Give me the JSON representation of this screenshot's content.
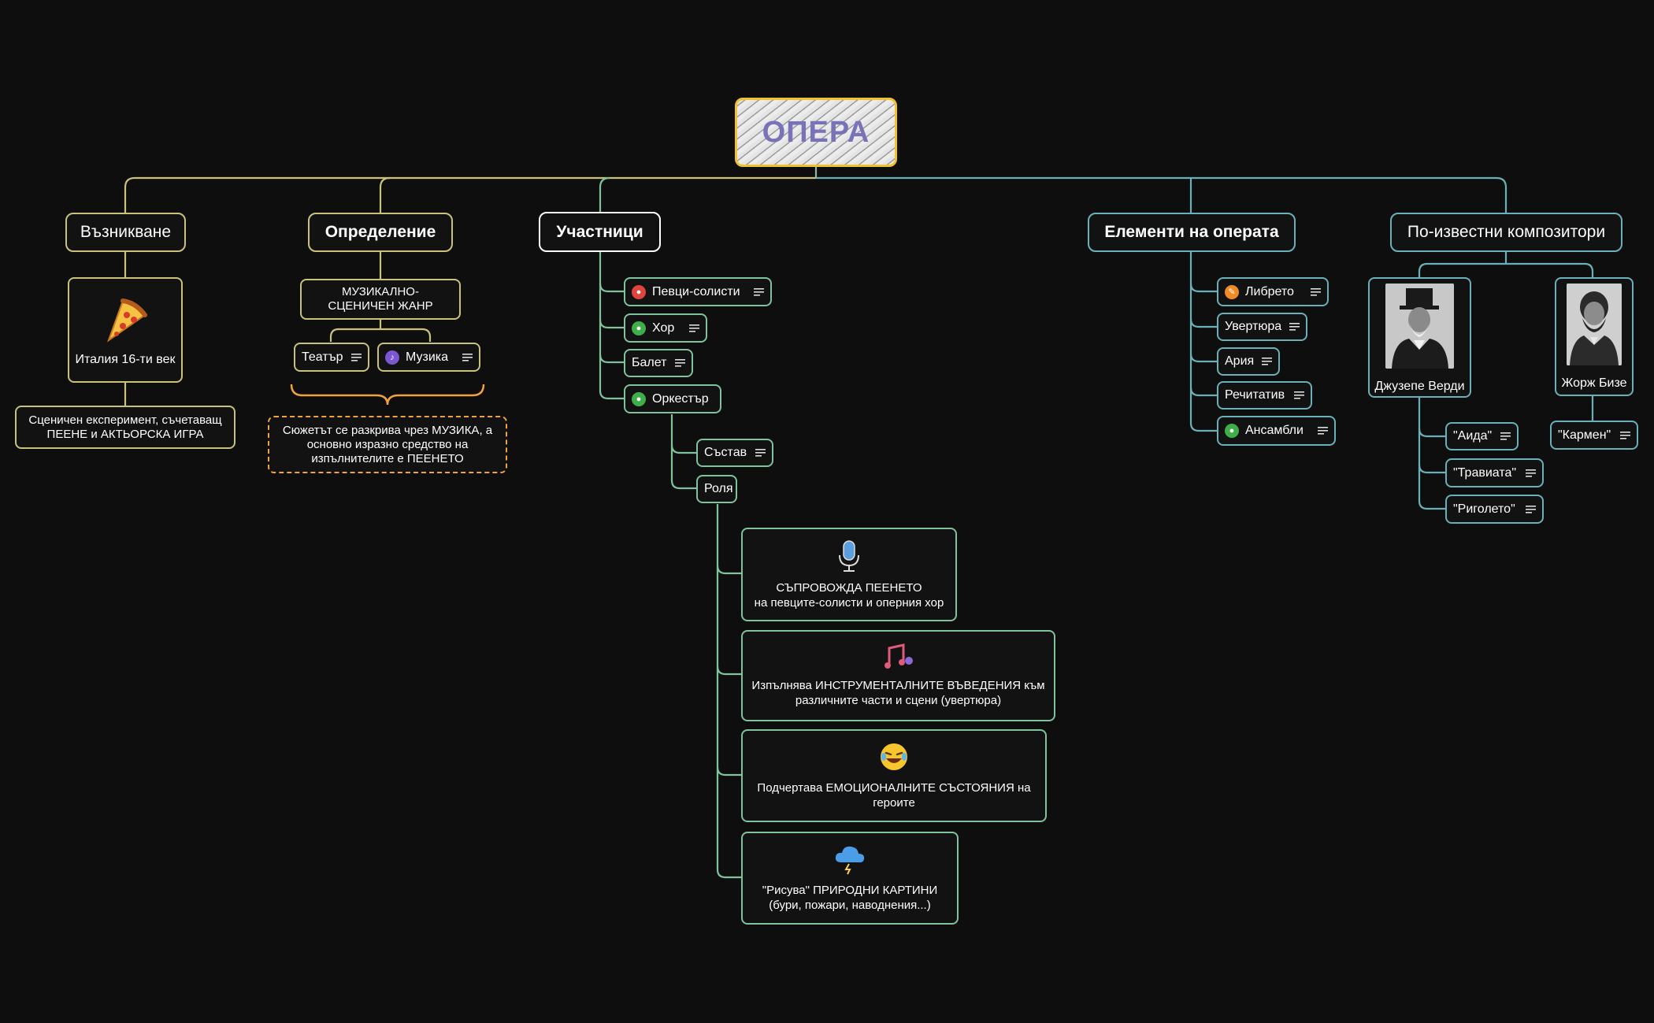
{
  "title": "ОПЕРА",
  "branches": {
    "origin": {
      "label": "Възникване",
      "image_caption": "Италия 16-ти век",
      "image_icon": "pizza-icon",
      "note": "Сценичен експеримент, съчетаващ ПЕЕНЕ и АКТЬОРСКА ИГРА"
    },
    "definition": {
      "label": "Определение",
      "genre": "МУЗИКАЛНО-СЦЕНИЧЕН ЖАНР",
      "children": [
        {
          "label": "Театър"
        },
        {
          "label": "Музика",
          "icon": "music-note-icon"
        }
      ],
      "summary": "Сюжетът се разкрива чрез МУЗИКА, а основно изразно средство на изпълнителите е ПЕЕНЕТО"
    },
    "participants": {
      "label": "Участници",
      "items": [
        {
          "label": "Певци-солисти",
          "icon": "person-icon",
          "color": "#e0443c"
        },
        {
          "label": "Хор",
          "icon": "group-icon",
          "color": "#3fae49"
        },
        {
          "label": "Балет"
        },
        {
          "label": "Оркестър",
          "icon": "group-icon",
          "color": "#3fae49"
        }
      ],
      "orchestra": {
        "children": [
          {
            "label": "Състав"
          },
          {
            "label": "Роля"
          }
        ],
        "roles": [
          {
            "icon": "microphone-icon",
            "line1": "СЪПРОВОЖДА ПЕЕНЕТО",
            "line2": "на певците-солисти и оперния хор"
          },
          {
            "icon": "music-notes-icon",
            "line1": "Изпълнява ИНСТРУМЕНТАЛНИТЕ ВЪВЕДЕНИЯ към",
            "line2": "различните части и сцени (увертюра)"
          },
          {
            "icon": "laughing-face-icon",
            "line1": "Подчертава ЕМОЦИОНАЛНИТЕ СЪСТОЯНИЯ на",
            "line2": "героите"
          },
          {
            "icon": "storm-cloud-icon",
            "line1": "\"Рисува\" ПРИРОДНИ КАРТИНИ",
            "line2": "(бури, пожари, наводнения...)"
          }
        ]
      }
    },
    "elements": {
      "label": "Елементи на операта",
      "items": [
        {
          "label": "Либрето",
          "icon": "pencil-icon",
          "color": "#f08a24"
        },
        {
          "label": "Увертюра"
        },
        {
          "label": "Ария"
        },
        {
          "label": "Речитатив"
        },
        {
          "label": "Ансамбли",
          "icon": "group-icon",
          "color": "#3fae49"
        }
      ]
    },
    "composers": {
      "label": "По-известни композитори",
      "people": [
        {
          "name": "Джузепе Верди",
          "works": [
            "\"Аида\"",
            "\"Травиата\"",
            "\"Риголето\""
          ]
        },
        {
          "name": "Жорж Бизе",
          "works": [
            "\"Кармен\""
          ]
        }
      ]
    }
  },
  "colors": {
    "yellow_branch": "#c9c27a",
    "green_branch": "#7fc29b",
    "teal_branch": "#6ab0b8",
    "title_border": "#f2c12e",
    "title_text": "#7873b8",
    "summary_border": "#f0a23c"
  }
}
